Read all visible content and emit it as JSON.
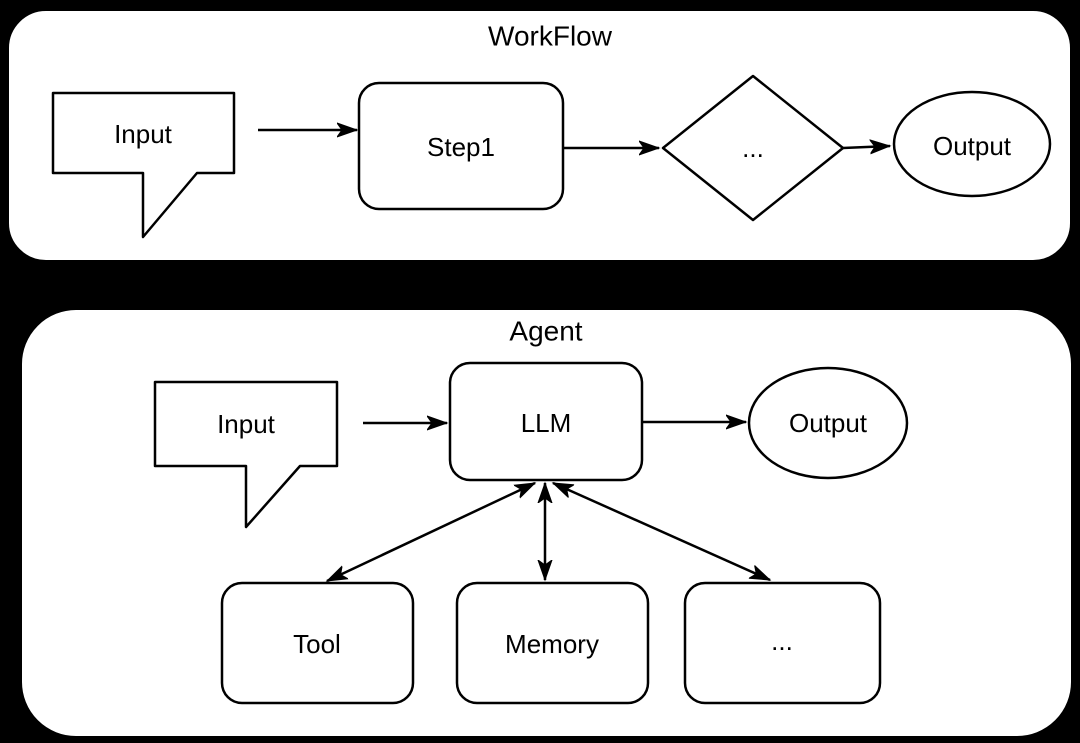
{
  "colors": {
    "background": "#000000",
    "panel_fill": "#ffffff",
    "stroke": "#000000",
    "text": "#000000"
  },
  "workflow_panel": {
    "title": "WorkFlow",
    "input_label": "Input",
    "step1_label": "Step1",
    "decision_label": "...",
    "output_label": "Output"
  },
  "agent_panel": {
    "title": "Agent",
    "input_label": "Input",
    "llm_label": "LLM",
    "output_label": "Output",
    "tool_label": "Tool",
    "memory_label": "Memory",
    "more_label": "..."
  }
}
